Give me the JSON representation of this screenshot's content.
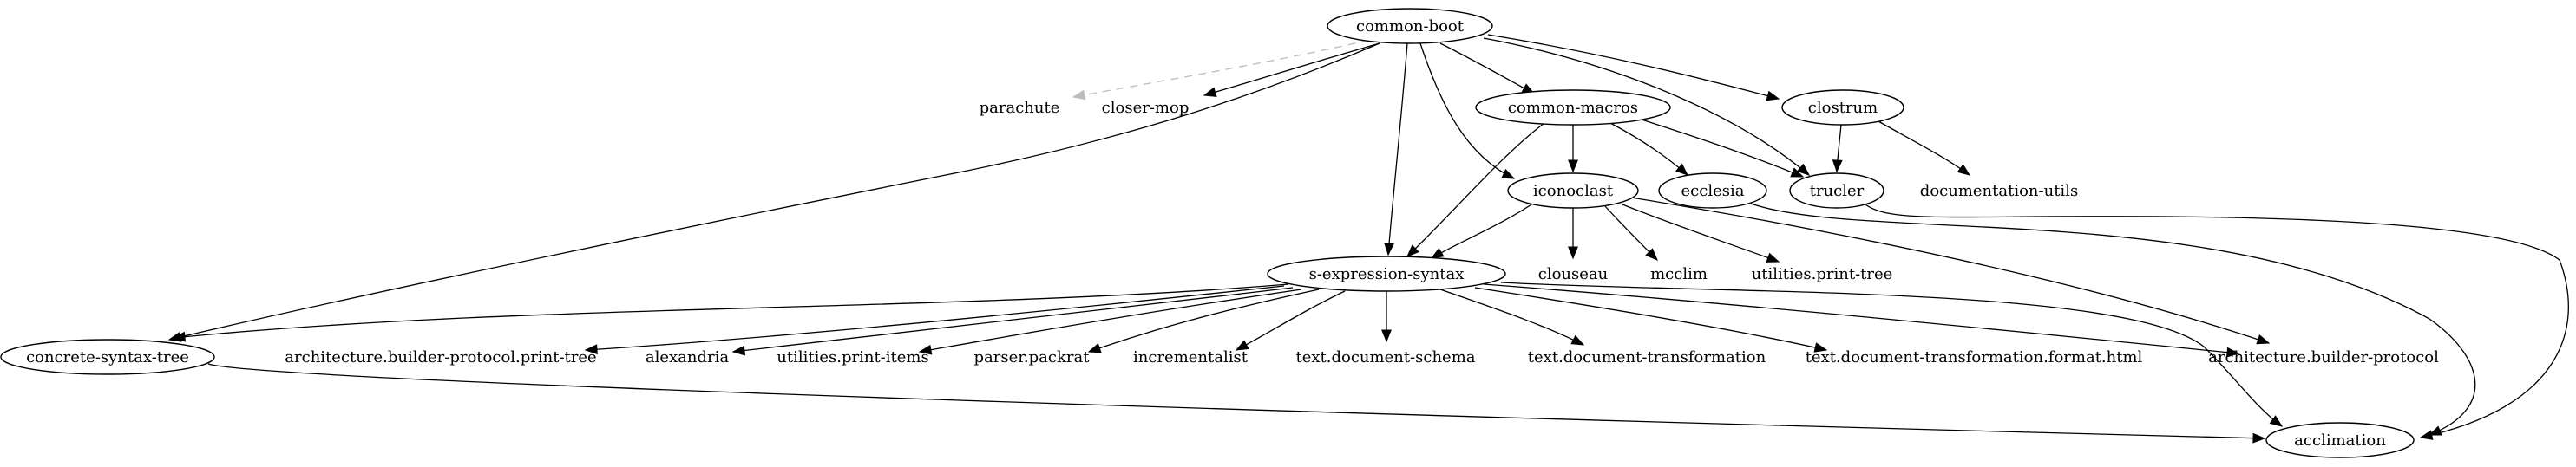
{
  "graph": {
    "nodes": [
      {
        "id": "common-boot",
        "label": "common-boot",
        "ellipse": true
      },
      {
        "id": "parachute",
        "label": "parachute",
        "ellipse": false
      },
      {
        "id": "closer-mop",
        "label": "closer-mop",
        "ellipse": false
      },
      {
        "id": "common-macros",
        "label": "common-macros",
        "ellipse": true
      },
      {
        "id": "clostrum",
        "label": "clostrum",
        "ellipse": true
      },
      {
        "id": "iconoclast",
        "label": "iconoclast",
        "ellipse": true
      },
      {
        "id": "ecclesia",
        "label": "ecclesia",
        "ellipse": true
      },
      {
        "id": "trucler",
        "label": "trucler",
        "ellipse": true
      },
      {
        "id": "documentation-utils",
        "label": "documentation-utils",
        "ellipse": false
      },
      {
        "id": "s-expression-syntax",
        "label": "s-expression-syntax",
        "ellipse": true
      },
      {
        "id": "clouseau",
        "label": "clouseau",
        "ellipse": false
      },
      {
        "id": "mcclim",
        "label": "mcclim",
        "ellipse": false
      },
      {
        "id": "utilities.print-tree",
        "label": "utilities.print-tree",
        "ellipse": false
      },
      {
        "id": "concrete-syntax-tree",
        "label": "concrete-syntax-tree",
        "ellipse": true
      },
      {
        "id": "architecture.builder-protocol.print-tree",
        "label": "architecture.builder-protocol.print-tree",
        "ellipse": false
      },
      {
        "id": "alexandria",
        "label": "alexandria",
        "ellipse": false
      },
      {
        "id": "utilities.print-items",
        "label": "utilities.print-items",
        "ellipse": false
      },
      {
        "id": "parser.packrat",
        "label": "parser.packrat",
        "ellipse": false
      },
      {
        "id": "incrementalist",
        "label": "incrementalist",
        "ellipse": false
      },
      {
        "id": "text.document-schema",
        "label": "text.document-schema",
        "ellipse": false
      },
      {
        "id": "text.document-transformation",
        "label": "text.document-transformation",
        "ellipse": false
      },
      {
        "id": "text.document-transformation.format.html",
        "label": "text.document-transformation.format.html",
        "ellipse": false
      },
      {
        "id": "architecture.builder-protocol",
        "label": "architecture.builder-protocol",
        "ellipse": false
      },
      {
        "id": "acclimation",
        "label": "acclimation",
        "ellipse": true
      }
    ],
    "edges": [
      {
        "from": "common-boot",
        "to": "parachute",
        "style": "dashed"
      },
      {
        "from": "common-boot",
        "to": "closer-mop",
        "style": "solid"
      },
      {
        "from": "common-boot",
        "to": "common-macros",
        "style": "solid"
      },
      {
        "from": "common-boot",
        "to": "clostrum",
        "style": "solid"
      },
      {
        "from": "common-boot",
        "to": "iconoclast",
        "style": "solid"
      },
      {
        "from": "common-boot",
        "to": "trucler",
        "style": "solid"
      },
      {
        "from": "common-boot",
        "to": "s-expression-syntax",
        "style": "solid"
      },
      {
        "from": "common-boot",
        "to": "concrete-syntax-tree",
        "style": "solid"
      },
      {
        "from": "common-macros",
        "to": "iconoclast",
        "style": "solid"
      },
      {
        "from": "common-macros",
        "to": "ecclesia",
        "style": "solid"
      },
      {
        "from": "common-macros",
        "to": "trucler",
        "style": "solid"
      },
      {
        "from": "common-macros",
        "to": "s-expression-syntax",
        "style": "solid"
      },
      {
        "from": "clostrum",
        "to": "trucler",
        "style": "solid"
      },
      {
        "from": "clostrum",
        "to": "documentation-utils",
        "style": "solid"
      },
      {
        "from": "iconoclast",
        "to": "s-expression-syntax",
        "style": "solid"
      },
      {
        "from": "iconoclast",
        "to": "clouseau",
        "style": "solid"
      },
      {
        "from": "iconoclast",
        "to": "mcclim",
        "style": "solid"
      },
      {
        "from": "iconoclast",
        "to": "utilities.print-tree",
        "style": "solid"
      },
      {
        "from": "iconoclast",
        "to": "architecture.builder-protocol",
        "style": "solid"
      },
      {
        "from": "ecclesia",
        "to": "acclimation",
        "style": "solid"
      },
      {
        "from": "trucler",
        "to": "acclimation",
        "style": "solid"
      },
      {
        "from": "s-expression-syntax",
        "to": "concrete-syntax-tree",
        "style": "solid"
      },
      {
        "from": "s-expression-syntax",
        "to": "architecture.builder-protocol.print-tree",
        "style": "solid"
      },
      {
        "from": "s-expression-syntax",
        "to": "alexandria",
        "style": "solid"
      },
      {
        "from": "s-expression-syntax",
        "to": "utilities.print-items",
        "style": "solid"
      },
      {
        "from": "s-expression-syntax",
        "to": "parser.packrat",
        "style": "solid"
      },
      {
        "from": "s-expression-syntax",
        "to": "incrementalist",
        "style": "solid"
      },
      {
        "from": "s-expression-syntax",
        "to": "text.document-schema",
        "style": "solid"
      },
      {
        "from": "s-expression-syntax",
        "to": "text.document-transformation",
        "style": "solid"
      },
      {
        "from": "s-expression-syntax",
        "to": "text.document-transformation.format.html",
        "style": "solid"
      },
      {
        "from": "s-expression-syntax",
        "to": "architecture.builder-protocol",
        "style": "solid"
      },
      {
        "from": "s-expression-syntax",
        "to": "acclimation",
        "style": "solid"
      },
      {
        "from": "concrete-syntax-tree",
        "to": "acclimation",
        "style": "solid"
      }
    ]
  },
  "colors": {
    "stroke": "#000000",
    "dashed_edge": "#bdbdbd",
    "background": "#ffffff"
  }
}
